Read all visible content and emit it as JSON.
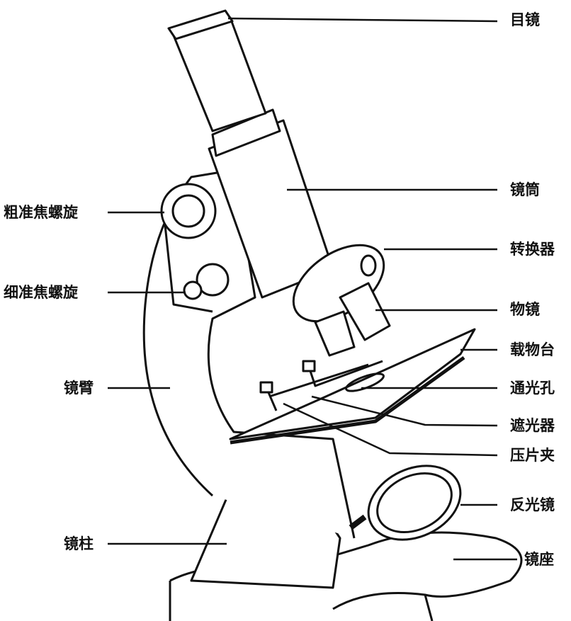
{
  "diagram": {
    "labels_right": [
      {
        "id": "eyepiece",
        "text": "目镜"
      },
      {
        "id": "tube",
        "text": "镜筒"
      },
      {
        "id": "nosepiece",
        "text": "转换器"
      },
      {
        "id": "objective",
        "text": "物镜"
      },
      {
        "id": "stage",
        "text": "载物台"
      },
      {
        "id": "aperture",
        "text": "通光孔"
      },
      {
        "id": "diaphragm",
        "text": "遮光器"
      },
      {
        "id": "clip",
        "text": "压片夹"
      },
      {
        "id": "mirror",
        "text": "反光镜"
      },
      {
        "id": "base",
        "text": "镜座"
      }
    ],
    "labels_left": [
      {
        "id": "coarse",
        "text": "粗准焦螺旋"
      },
      {
        "id": "fine",
        "text": "细准焦螺旋"
      },
      {
        "id": "arm",
        "text": "镜臂"
      },
      {
        "id": "pillar",
        "text": "镜柱"
      }
    ]
  }
}
